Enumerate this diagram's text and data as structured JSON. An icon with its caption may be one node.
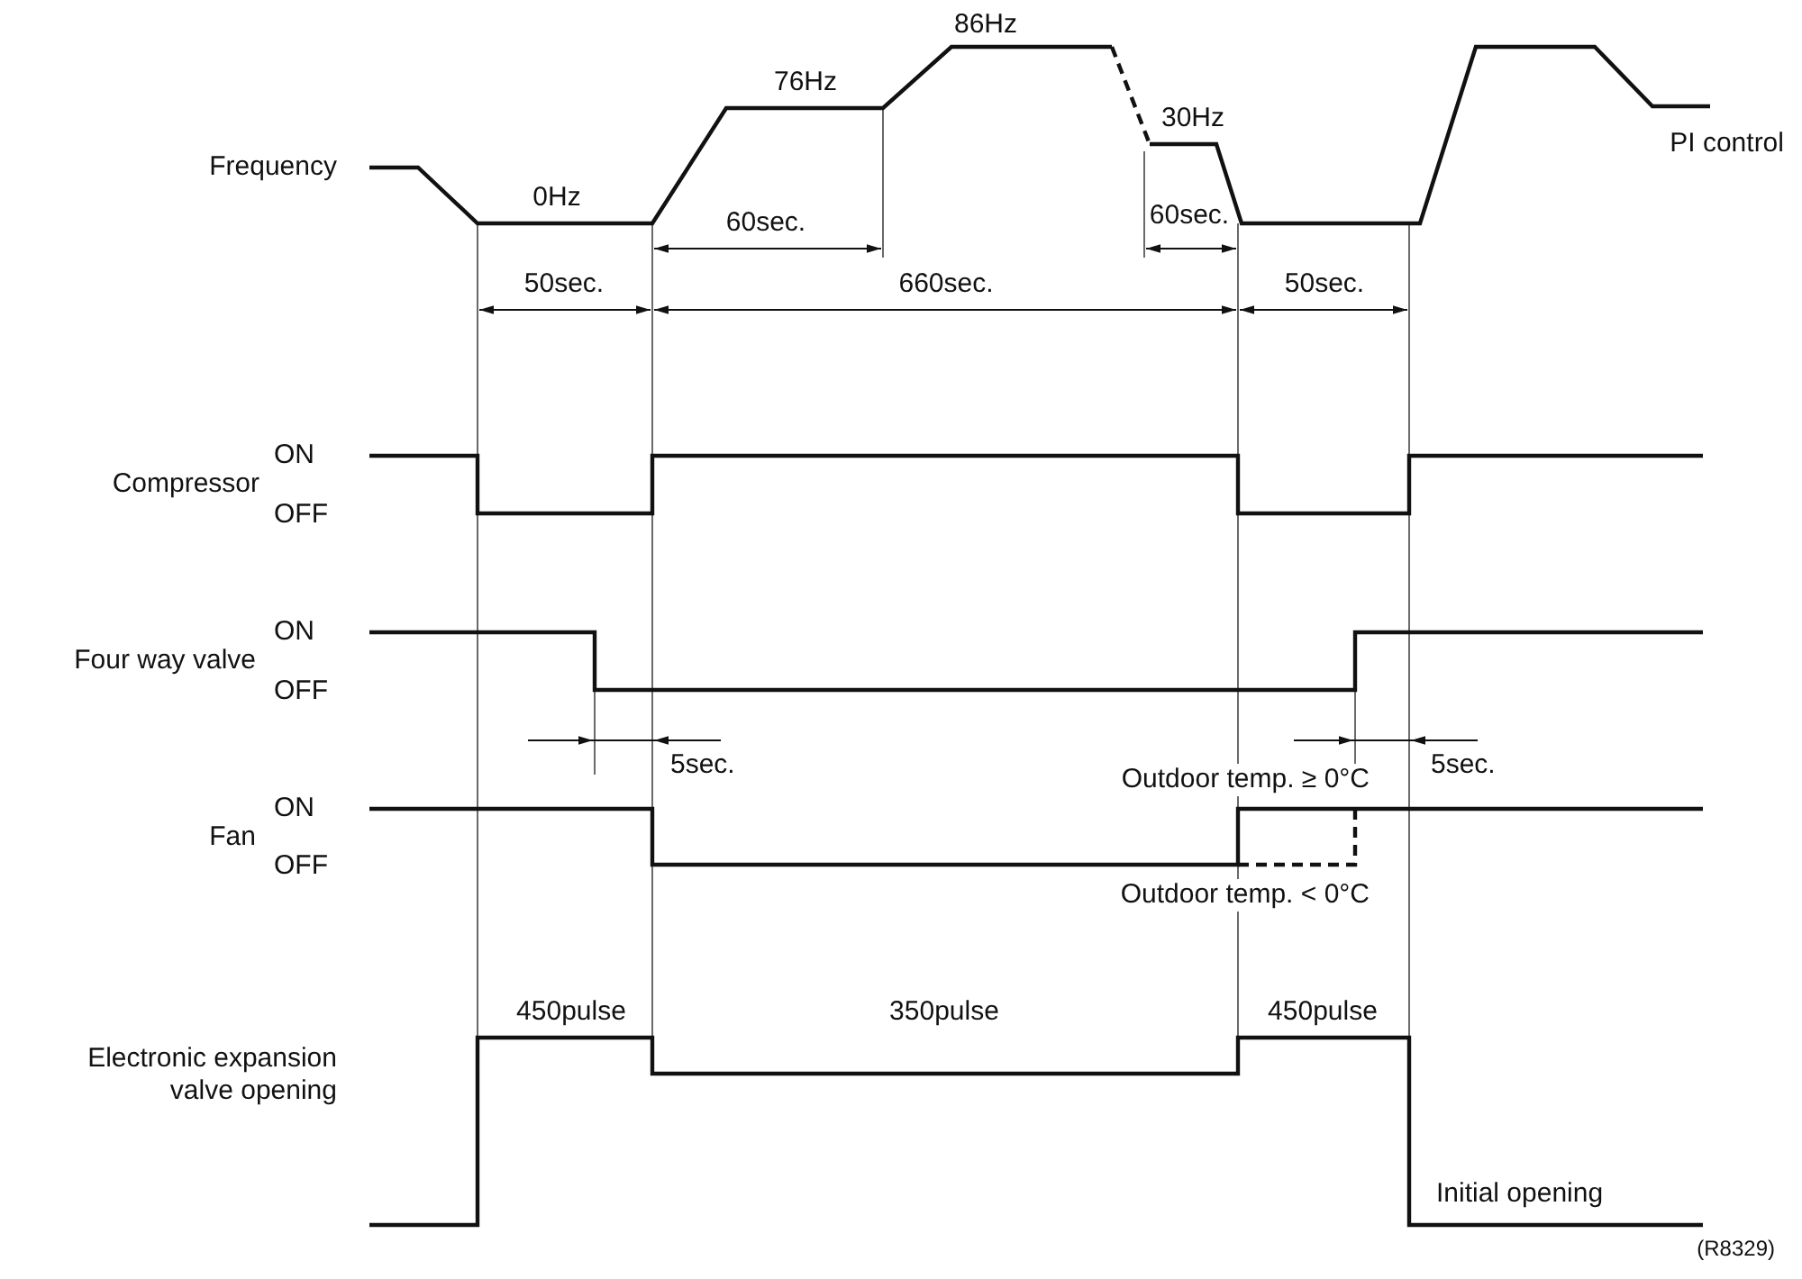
{
  "diagram": {
    "labels": [
      "86Hz",
      "76Hz",
      "30Hz",
      "Frequency",
      "0Hz",
      "PI control",
      "60sec.",
      "60sec.",
      "50sec.",
      "660sec.",
      "50sec.",
      "ON",
      "Compressor",
      "OFF",
      "ON",
      "Four way valve",
      "OFF",
      "5sec.",
      "Outdoor temp. ≥ 0°C",
      "5sec.",
      "ON",
      "Fan",
      "OFF",
      "Outdoor temp. < 0°C",
      "450pulse",
      "350pulse",
      "450pulse",
      "Electronic expansion valve opening",
      "Initial opening",
      "(R8329)"
    ]
  }
}
